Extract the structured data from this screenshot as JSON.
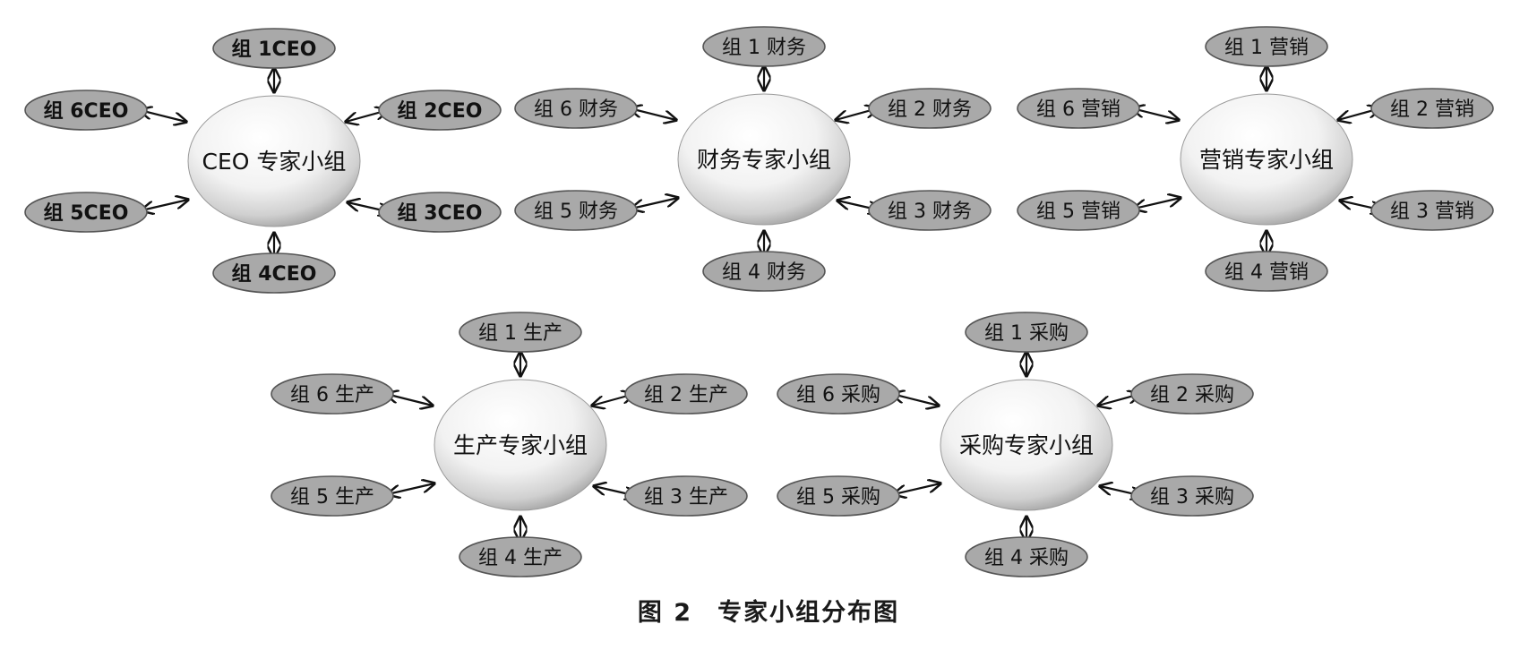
{
  "diagram": {
    "clusters": [
      {
        "center_label": "CEO 专家小组",
        "groups": [
          "组 1CEO",
          "组 2CEO",
          "组 3CEO",
          "组 4CEO",
          "组 5CEO",
          "组 6CEO"
        ]
      },
      {
        "center_label": "财务专家小组",
        "groups": [
          "组 1 财务",
          "组 2 财务",
          "组 3 财务",
          "组 4 财务",
          "组 5 财务",
          "组 6 财务"
        ]
      },
      {
        "center_label": "营销专家小组",
        "groups": [
          "组 1 营销",
          "组 2 营销",
          "组 3 营销",
          "组 4 营销",
          "组 5 营销",
          "组 6 营销"
        ]
      },
      {
        "center_label": "生产专家小组",
        "groups": [
          "组 1 生产",
          "组 2 生产",
          "组 3 生产",
          "组 4 生产",
          "组 5 生产",
          "组 6 生产"
        ]
      },
      {
        "center_label": "采购专家小组",
        "groups": [
          "组 1 采购",
          "组 2 采购",
          "组 3 采购",
          "组 4 采购",
          "组 5 采购",
          "组 6 采购"
        ]
      }
    ]
  },
  "caption": {
    "figure_no": "图 2",
    "title": "专家小组分布图"
  }
}
